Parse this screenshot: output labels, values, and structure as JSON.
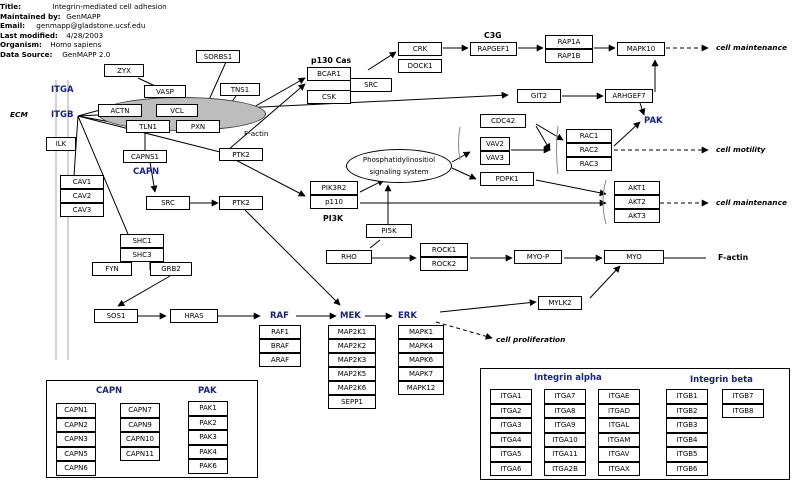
{
  "meta": {
    "title_label": "Title:",
    "title_value": "Integrin-mediated cell adhesion",
    "maintained_label": "Maintained by:",
    "maintained_value": "GenMAPP",
    "email_label": "Email:",
    "email_value": "genmapp@gladstone.ucsf.edu",
    "modified_label": "Last modified:",
    "modified_value": "4/28/2003",
    "organism_label": "Organism:",
    "organism_value": "Homo sapiens",
    "source_label": "Data Source:",
    "source_value": "GenMAPP 2.0"
  },
  "genes": {
    "g_zyx": "ZYX",
    "g_vasp": "VASP",
    "g_sorbs1": "SORBS1",
    "g_tns1": "TNS1",
    "g_actn": "ACTN",
    "g_vcl": "VCL",
    "g_tln1": "TLN1",
    "g_pxn": "PXN",
    "g_capns1": "CAPNS1",
    "g_ptk2a": "PTK2",
    "g_bcar1": "BCAR1",
    "g_src1": "SRC",
    "g_csk": "CSK",
    "g_crk": "CRK",
    "g_dock1": "DOCK1",
    "g_rapgef1": "RAPGEF1",
    "g_rap1a": "RAP1A",
    "g_rap1b": "RAP1B",
    "g_mapk10": "MAPK10",
    "g_git2": "GIT2",
    "g_arhgef7": "ARHGEF7",
    "g_cdc42": "CDC42",
    "g_vav2": "VAV2",
    "g_vav3": "VAV3",
    "g_rac1": "RAC1",
    "g_rac2": "RAC2",
    "g_rac3": "RAC3",
    "g_pdpk1": "PDPK1",
    "g_akt1": "AKT1",
    "g_akt2": "AKT2",
    "g_akt3": "AKT3",
    "g_pik3r2": "PIK3R2",
    "g_p110": "p110",
    "g_pi5k": "PI5K",
    "g_ilk": "ILK",
    "g_cav1": "CAV1",
    "g_cav2": "CAV2",
    "g_cav3": "CAV3",
    "g_src2": "SRC",
    "g_ptk2b": "PTK2",
    "g_shc1": "SHC1",
    "g_shc3": "SHC3",
    "g_fyn": "FYN",
    "g_grb2": "GRB2",
    "g_rho": "RHO",
    "g_rock1": "ROCK1",
    "g_rock2": "ROCK2",
    "g_myop": "MYO-P",
    "g_myo": "MYO",
    "g_sos1": "SOS1",
    "g_hras": "HRAS",
    "g_mylk2": "MYLK2",
    "g_raf1": "RAF1",
    "g_braf": "BRAF",
    "g_araf": "ARAF",
    "g_map2k1": "MAP2K1",
    "g_map2k2": "MAP2K2",
    "g_map2k3": "MAP2K3",
    "g_map2k5": "MAP2K5",
    "g_map2k6": "MAP2K6",
    "g_sepp1": "SEPP1",
    "g_mapk1": "MAPK1",
    "g_mapk4": "MAPK4",
    "g_mapk6": "MAPK6",
    "g_mapk7": "MAPK7",
    "g_mapk12": "MAPK12"
  },
  "groups": {
    "itga": "ITGA",
    "itgb": "ITGB",
    "capn": "CAPN",
    "p130": "p130 Cas",
    "c3g": "C3G",
    "pak": "PAK",
    "pi3k": "PI3K",
    "raf": "RAF",
    "mek": "MEK",
    "erk": "ERK",
    "ecm": "ECM",
    "factin1": "F-actin",
    "factin2": "F-actin",
    "phospho": "Phosphatidylinositiol signaling system"
  },
  "outcomes": {
    "maint1": "cell maintenance",
    "motility": "cell motility",
    "maint2": "cell maintenance",
    "prolif": "cell proliferation"
  },
  "legend_capn": {
    "title": "CAPN",
    "title_pak": "PAK",
    "capn_col1": [
      "CAPN1",
      "CAPN2",
      "CAPN3",
      "CAPN5",
      "CAPN6"
    ],
    "capn_col2": [
      "CAPN7",
      "CAPN9",
      "CAPN10",
      "CAPN11"
    ],
    "pak_col": [
      "PAK1",
      "PAK2",
      "PAK3",
      "PAK4",
      "PAK6"
    ]
  },
  "legend_integrin": {
    "title_alpha": "Integrin alpha",
    "title_beta": "Integrin beta",
    "alpha_col1": [
      "ITGA1",
      "ITGA2",
      "ITGA3",
      "ITGA4",
      "ITGA5",
      "ITGA6"
    ],
    "alpha_col2": [
      "ITGA7",
      "ITGA8",
      "ITGA9",
      "ITGA10",
      "ITGA11",
      "ITGA2B"
    ],
    "alpha_col3": [
      "ITGAE",
      "ITGAD",
      "ITGAL",
      "ITGAM",
      "ITGAV",
      "ITGAX"
    ],
    "beta_col1": [
      "ITGB1",
      "ITGB2",
      "ITGB3",
      "ITGB4",
      "ITGB5",
      "ITGB6"
    ],
    "beta_col2": [
      "ITGB7",
      "ITGB8"
    ]
  }
}
